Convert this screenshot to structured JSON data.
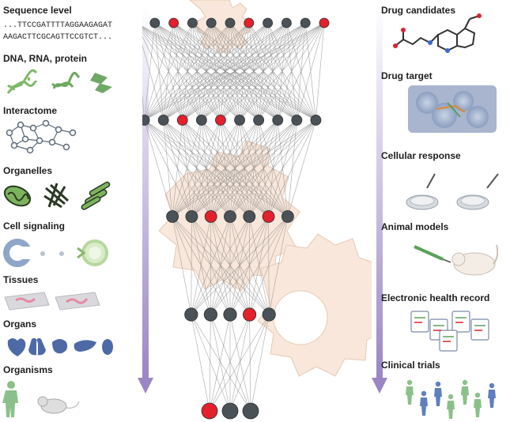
{
  "left_labels": {
    "sequence": "Sequence level",
    "seq_line1": "...TTCCGATTTTAGGAAGAGAT",
    "seq_line2": "AAGACTTCGCAGTTCCGTCT...",
    "dna": "DNA, RNA, protein",
    "interactome": "Interactome",
    "organelles": "Organelles",
    "cell_signaling": "Cell signaling",
    "tissues": "Tissues",
    "organs": "Organs",
    "organisms": "Organisms"
  },
  "right_labels": {
    "drug_candidates": "Drug candidates",
    "drug_target": "Drug target",
    "cellular_response": "Cellular response",
    "animal_models": "Animal models",
    "ehr": "Electronic health record",
    "clinical_trials": "Clinical trials"
  },
  "network": {
    "layers": [
      [
        "gray",
        "gray",
        "red",
        "gray",
        "gray",
        "gray",
        "red",
        "gray",
        "gray",
        "gray",
        "red"
      ],
      [
        "gray",
        "gray",
        "red",
        "gray",
        "red",
        "gray",
        "gray",
        "gray",
        "gray",
        "gray"
      ],
      [
        "gray",
        "gray",
        "red",
        "gray",
        "gray",
        "red",
        "gray"
      ],
      [
        "gray",
        "gray",
        "gray",
        "red",
        "gray"
      ],
      [
        "red",
        "gray",
        "gray"
      ]
    ]
  },
  "colors": {
    "node_gray": "#4a5257",
    "node_red": "#e3202b",
    "edge": "#8a8a8a",
    "arrow": "#9a86c4",
    "gear": "#f6e3d6"
  }
}
